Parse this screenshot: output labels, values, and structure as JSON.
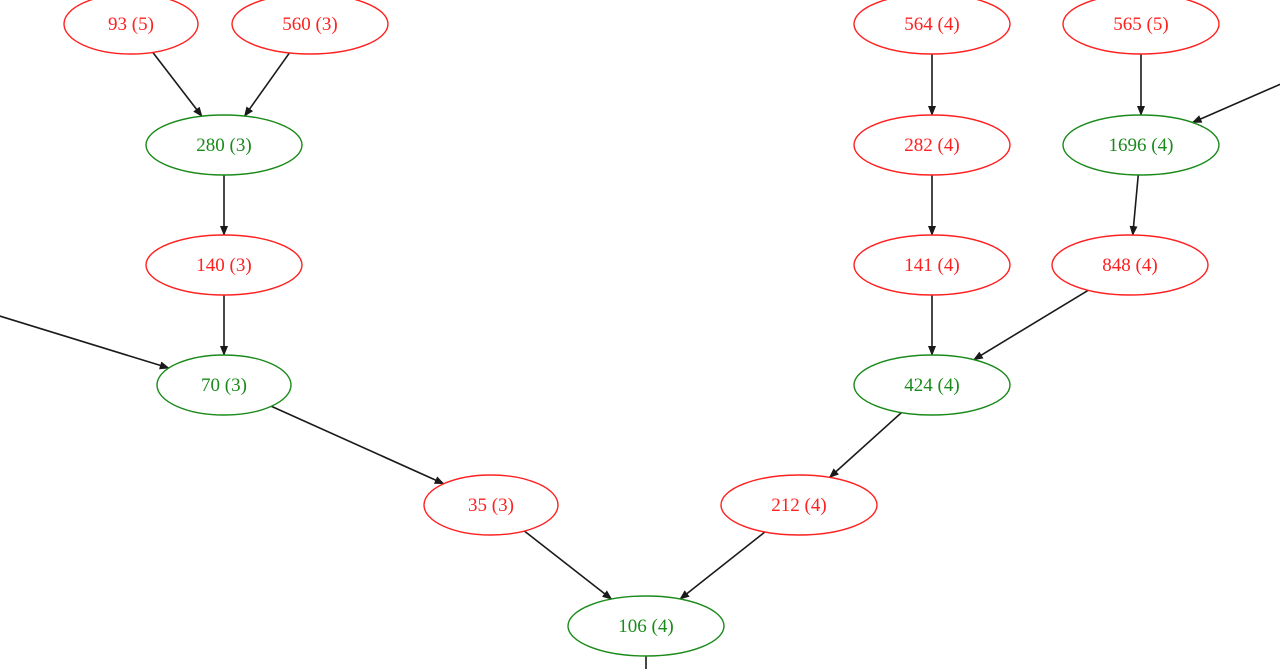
{
  "colors": {
    "red": "#ff2020",
    "green": "#1a8a1a",
    "edge": "#1a1a1a",
    "background": "#ffffff"
  },
  "nodes": [
    {
      "id": "n93",
      "label": "93 (5)",
      "color": "red"
    },
    {
      "id": "n560",
      "label": "560 (3)",
      "color": "red"
    },
    {
      "id": "n280",
      "label": "280 (3)",
      "color": "green"
    },
    {
      "id": "n140",
      "label": "140 (3)",
      "color": "red"
    },
    {
      "id": "n70",
      "label": "70 (3)",
      "color": "green"
    },
    {
      "id": "n35",
      "label": "35 (3)",
      "color": "red"
    },
    {
      "id": "n106",
      "label": "106 (4)",
      "color": "green"
    },
    {
      "id": "n212",
      "label": "212 (4)",
      "color": "red"
    },
    {
      "id": "n424",
      "label": "424 (4)",
      "color": "green"
    },
    {
      "id": "n141",
      "label": "141 (4)",
      "color": "red"
    },
    {
      "id": "n282",
      "label": "282 (4)",
      "color": "red"
    },
    {
      "id": "n564",
      "label": "564 (4)",
      "color": "red"
    },
    {
      "id": "n848",
      "label": "848 (4)",
      "color": "red"
    },
    {
      "id": "n1696",
      "label": "1696 (4)",
      "color": "green"
    },
    {
      "id": "n565",
      "label": "565 (5)",
      "color": "red"
    }
  ],
  "edges": [
    {
      "from": "n93",
      "to": "n280"
    },
    {
      "from": "n560",
      "to": "n280"
    },
    {
      "from": "n280",
      "to": "n140"
    },
    {
      "from": "n140",
      "to": "n70"
    },
    {
      "from": "offleft",
      "to": "n70"
    },
    {
      "from": "n70",
      "to": "n35"
    },
    {
      "from": "n35",
      "to": "n106"
    },
    {
      "from": "n212",
      "to": "n106"
    },
    {
      "from": "n424",
      "to": "n212"
    },
    {
      "from": "n141",
      "to": "n424"
    },
    {
      "from": "n848",
      "to": "n424"
    },
    {
      "from": "n282",
      "to": "n141"
    },
    {
      "from": "n564",
      "to": "n282"
    },
    {
      "from": "n1696",
      "to": "n848"
    },
    {
      "from": "n565",
      "to": "n1696"
    },
    {
      "from": "offright",
      "to": "n1696"
    },
    {
      "from": "n106",
      "to": "offbottom"
    }
  ]
}
